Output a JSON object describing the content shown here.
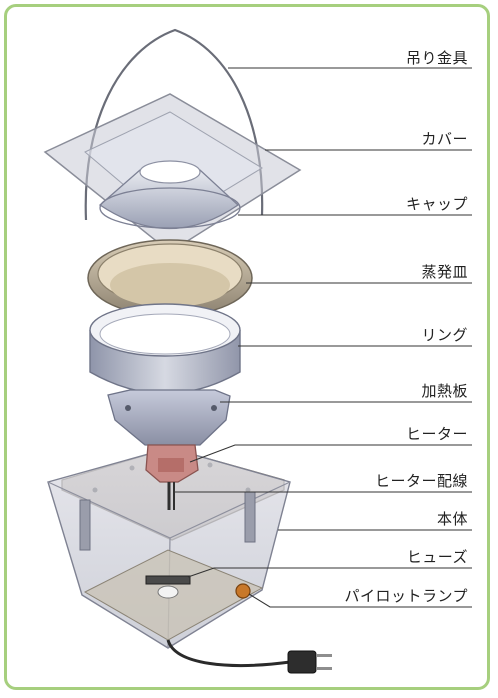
{
  "diagram": {
    "labels": [
      {
        "key": "hanger",
        "text": "吊り金具"
      },
      {
        "key": "cover",
        "text": "カバー"
      },
      {
        "key": "cap",
        "text": "キャップ"
      },
      {
        "key": "tray",
        "text": "蒸発皿"
      },
      {
        "key": "ring",
        "text": "リング"
      },
      {
        "key": "heat_plate",
        "text": "加熱板"
      },
      {
        "key": "heater",
        "text": "ヒーター"
      },
      {
        "key": "heater_wiring",
        "text": "ヒーター配線"
      },
      {
        "key": "body",
        "text": "本体"
      },
      {
        "key": "fuse",
        "text": "ヒューズ"
      },
      {
        "key": "pilot_lamp",
        "text": "パイロットランプ"
      }
    ]
  },
  "colors": {
    "frame_border": "#a6cf7e",
    "leader_line": "#333333",
    "heater": "#c98a86",
    "lamp": "#c8782a"
  }
}
